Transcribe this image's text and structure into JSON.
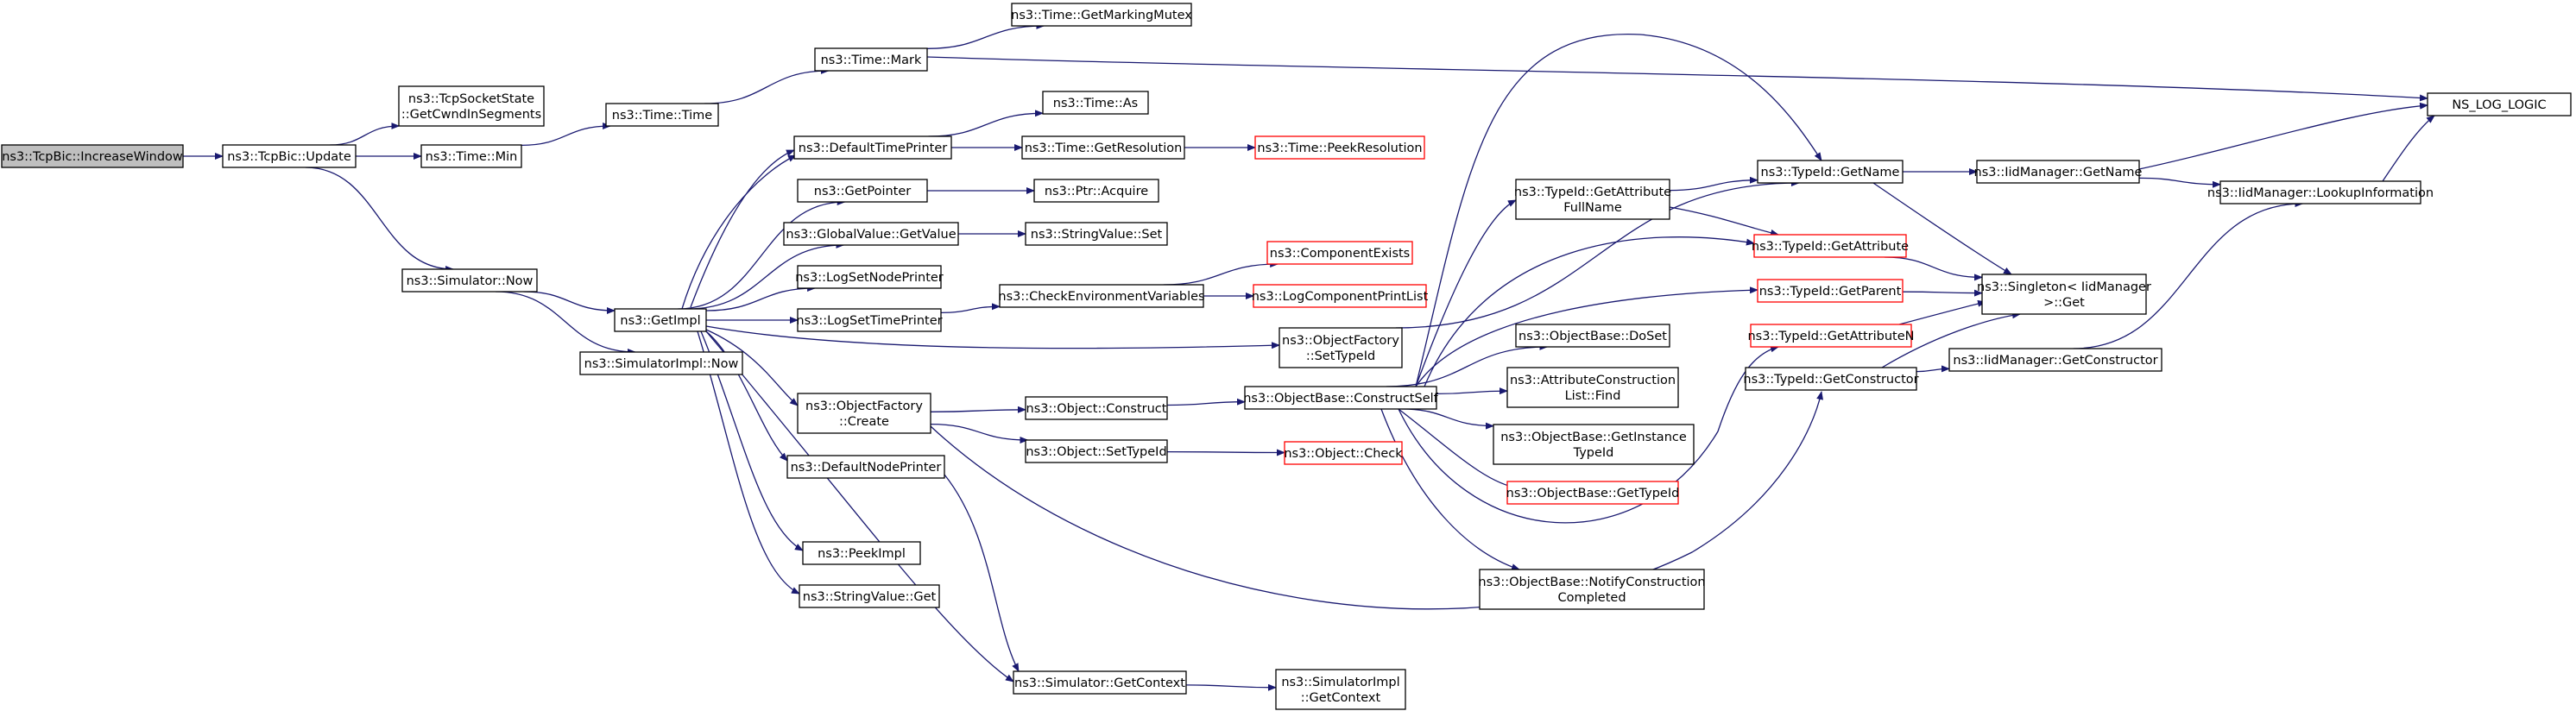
{
  "colors": {
    "edge": "#191970",
    "node_border": "#000000",
    "node_border_unresolved": "#ff0000",
    "root_fill": "#bfbfbf",
    "node_fill": "#ffffff"
  },
  "nodes": {
    "root": {
      "lines": [
        "ns3::TcpBic::IncreaseWindow"
      ],
      "style": "root"
    },
    "bicUpdate": {
      "lines": [
        "ns3::TcpBic::Update"
      ]
    },
    "cwndSeg": {
      "lines": [
        "ns3::TcpSocketState",
        "::GetCwndInSegments"
      ]
    },
    "timeMin": {
      "lines": [
        "ns3::Time::Min"
      ]
    },
    "timeTime": {
      "lines": [
        "ns3::Time::Time"
      ]
    },
    "timeMark": {
      "lines": [
        "ns3::Time::Mark"
      ]
    },
    "markMutex": {
      "lines": [
        "ns3::Time::GetMarkingMutex"
      ]
    },
    "nslog": {
      "lines": [
        "NS_LOG_LOGIC"
      ]
    },
    "simNow": {
      "lines": [
        "ns3::Simulator::Now"
      ]
    },
    "simImplNow": {
      "lines": [
        "ns3::SimulatorImpl::Now"
      ]
    },
    "getImpl": {
      "lines": [
        "ns3::GetImpl"
      ]
    },
    "defTimePrinter": {
      "lines": [
        "ns3::DefaultTimePrinter"
      ]
    },
    "timeAs": {
      "lines": [
        "ns3::Time::As"
      ]
    },
    "getRes": {
      "lines": [
        "ns3::Time::GetResolution"
      ]
    },
    "peekRes": {
      "lines": [
        "ns3::Time::PeekResolution"
      ],
      "style": "red"
    },
    "getPointer": {
      "lines": [
        "ns3::GetPointer"
      ]
    },
    "ptrAcquire": {
      "lines": [
        "ns3::Ptr::Acquire"
      ]
    },
    "gvGetValue": {
      "lines": [
        "ns3::GlobalValue::GetValue"
      ]
    },
    "svSet": {
      "lines": [
        "ns3::StringValue::Set"
      ]
    },
    "logNodePrinter": {
      "lines": [
        "ns3::LogSetNodePrinter"
      ]
    },
    "logTimePrinter": {
      "lines": [
        "ns3::LogSetTimePrinter"
      ]
    },
    "checkEnv": {
      "lines": [
        "ns3::CheckEnvironmentVariables"
      ]
    },
    "compExists": {
      "lines": [
        "ns3::ComponentExists"
      ],
      "style": "red"
    },
    "logCompList": {
      "lines": [
        "ns3::LogComponentPrintList"
      ],
      "style": "red"
    },
    "ofSetTypeId": {
      "lines": [
        "ns3::ObjectFactory",
        "::SetTypeId"
      ]
    },
    "ofCreate": {
      "lines": [
        "ns3::ObjectFactory",
        "::Create"
      ]
    },
    "objConstruct": {
      "lines": [
        "ns3::Object::Construct"
      ]
    },
    "objSetTypeId": {
      "lines": [
        "ns3::Object::SetTypeId"
      ]
    },
    "objCheck": {
      "lines": [
        "ns3::Object::Check"
      ],
      "style": "red"
    },
    "defNodePrinter": {
      "lines": [
        "ns3::DefaultNodePrinter"
      ]
    },
    "peekImpl": {
      "lines": [
        "ns3::PeekImpl"
      ]
    },
    "svGet": {
      "lines": [
        "ns3::StringValue::Get"
      ]
    },
    "simGetContext": {
      "lines": [
        "ns3::Simulator::GetContext"
      ]
    },
    "simImplGetContext": {
      "lines": [
        "ns3::SimulatorImpl",
        "::GetContext"
      ]
    },
    "constructSelf": {
      "lines": [
        "ns3::ObjectBase::ConstructSelf"
      ]
    },
    "getAttrFullName": {
      "lines": [
        "ns3::TypeId::GetAttribute",
        "FullName"
      ]
    },
    "typeIdGetName": {
      "lines": [
        "ns3::TypeId::GetName"
      ]
    },
    "iidGetName": {
      "lines": [
        "ns3::IidManager::GetName"
      ]
    },
    "iidLookup": {
      "lines": [
        "ns3::IidManager::LookupInformation"
      ]
    },
    "typeIdGetAttr": {
      "lines": [
        "ns3::TypeId::GetAttribute"
      ],
      "style": "red"
    },
    "typeIdGetParent": {
      "lines": [
        "ns3::TypeId::GetParent"
      ],
      "style": "red"
    },
    "singleton": {
      "lines": [
        "ns3::Singleton< IidManager",
        " >::Get"
      ]
    },
    "typeIdGetAttrN": {
      "lines": [
        "ns3::TypeId::GetAttributeN"
      ],
      "style": "red"
    },
    "typeIdGetCtor": {
      "lines": [
        "ns3::TypeId::GetConstructor"
      ]
    },
    "iidGetCtor": {
      "lines": [
        "ns3::IidManager::GetConstructor"
      ]
    },
    "obDoSet": {
      "lines": [
        "ns3::ObjectBase::DoSet"
      ]
    },
    "acFind": {
      "lines": [
        "ns3::AttributeConstruction",
        "List::Find"
      ]
    },
    "obGetInstTid": {
      "lines": [
        "ns3::ObjectBase::GetInstance",
        "TypeId"
      ]
    },
    "obGetTid": {
      "lines": [
        "ns3::ObjectBase::GetTypeId"
      ],
      "style": "red"
    },
    "obNotify": {
      "lines": [
        "ns3::ObjectBase::NotifyConstruction",
        "Completed"
      ]
    }
  },
  "edges": [
    [
      "root",
      "bicUpdate"
    ],
    [
      "bicUpdate",
      "cwndSeg"
    ],
    [
      "bicUpdate",
      "timeMin"
    ],
    [
      "bicUpdate",
      "simNow"
    ],
    [
      "timeMin",
      "timeTime"
    ],
    [
      "timeTime",
      "timeMark"
    ],
    [
      "timeMark",
      "markMutex"
    ],
    [
      "timeMark",
      "nslog"
    ],
    [
      "simNow",
      "getImpl"
    ],
    [
      "simNow",
      "simImplNow"
    ],
    [
      "getImpl",
      "simNow"
    ],
    [
      "getImpl",
      "defTimePrinter"
    ],
    [
      "getImpl",
      "getPointer"
    ],
    [
      "getImpl",
      "gvGetValue"
    ],
    [
      "getImpl",
      "logNodePrinter"
    ],
    [
      "getImpl",
      "logTimePrinter"
    ],
    [
      "getImpl",
      "ofSetTypeId"
    ],
    [
      "getImpl",
      "ofCreate"
    ],
    [
      "getImpl",
      "defNodePrinter"
    ],
    [
      "getImpl",
      "peekImpl"
    ],
    [
      "getImpl",
      "svGet"
    ],
    [
      "getImpl",
      "simGetContext"
    ],
    [
      "defTimePrinter",
      "timeAs"
    ],
    [
      "defTimePrinter",
      "getRes"
    ],
    [
      "getRes",
      "peekRes"
    ],
    [
      "getPointer",
      "ptrAcquire"
    ],
    [
      "gvGetValue",
      "svSet"
    ],
    [
      "logTimePrinter",
      "checkEnv"
    ],
    [
      "checkEnv",
      "compExists"
    ],
    [
      "checkEnv",
      "logCompList"
    ],
    [
      "ofSetTypeId",
      "typeIdGetName"
    ],
    [
      "ofCreate",
      "objConstruct"
    ],
    [
      "ofCreate",
      "objSetTypeId"
    ],
    [
      "ofCreate",
      "typeIdGetCtor"
    ],
    [
      "objConstruct",
      "constructSelf"
    ],
    [
      "objSetTypeId",
      "objCheck"
    ],
    [
      "defNodePrinter",
      "simGetContext"
    ],
    [
      "simGetContext",
      "simImplGetContext"
    ],
    [
      "constructSelf",
      "getAttrFullName"
    ],
    [
      "constructSelf",
      "typeIdGetName"
    ],
    [
      "constructSelf",
      "typeIdGetAttr"
    ],
    [
      "constructSelf",
      "typeIdGetParent"
    ],
    [
      "constructSelf",
      "typeIdGetAttrN"
    ],
    [
      "constructSelf",
      "obDoSet"
    ],
    [
      "constructSelf",
      "acFind"
    ],
    [
      "constructSelf",
      "obGetInstTid"
    ],
    [
      "constructSelf",
      "obGetTid"
    ],
    [
      "constructSelf",
      "obNotify"
    ],
    [
      "getAttrFullName",
      "typeIdGetName"
    ],
    [
      "getAttrFullName",
      "typeIdGetAttr"
    ],
    [
      "typeIdGetName",
      "iidGetName"
    ],
    [
      "typeIdGetName",
      "singleton"
    ],
    [
      "iidGetName",
      "nslog"
    ],
    [
      "iidGetName",
      "iidLookup"
    ],
    [
      "iidLookup",
      "nslog"
    ],
    [
      "typeIdGetAttr",
      "singleton"
    ],
    [
      "typeIdGetParent",
      "singleton"
    ],
    [
      "typeIdGetAttrN",
      "singleton"
    ],
    [
      "typeIdGetCtor",
      "singleton"
    ],
    [
      "typeIdGetCtor",
      "iidGetCtor"
    ],
    [
      "iidGetCtor",
      "iidLookup"
    ]
  ]
}
